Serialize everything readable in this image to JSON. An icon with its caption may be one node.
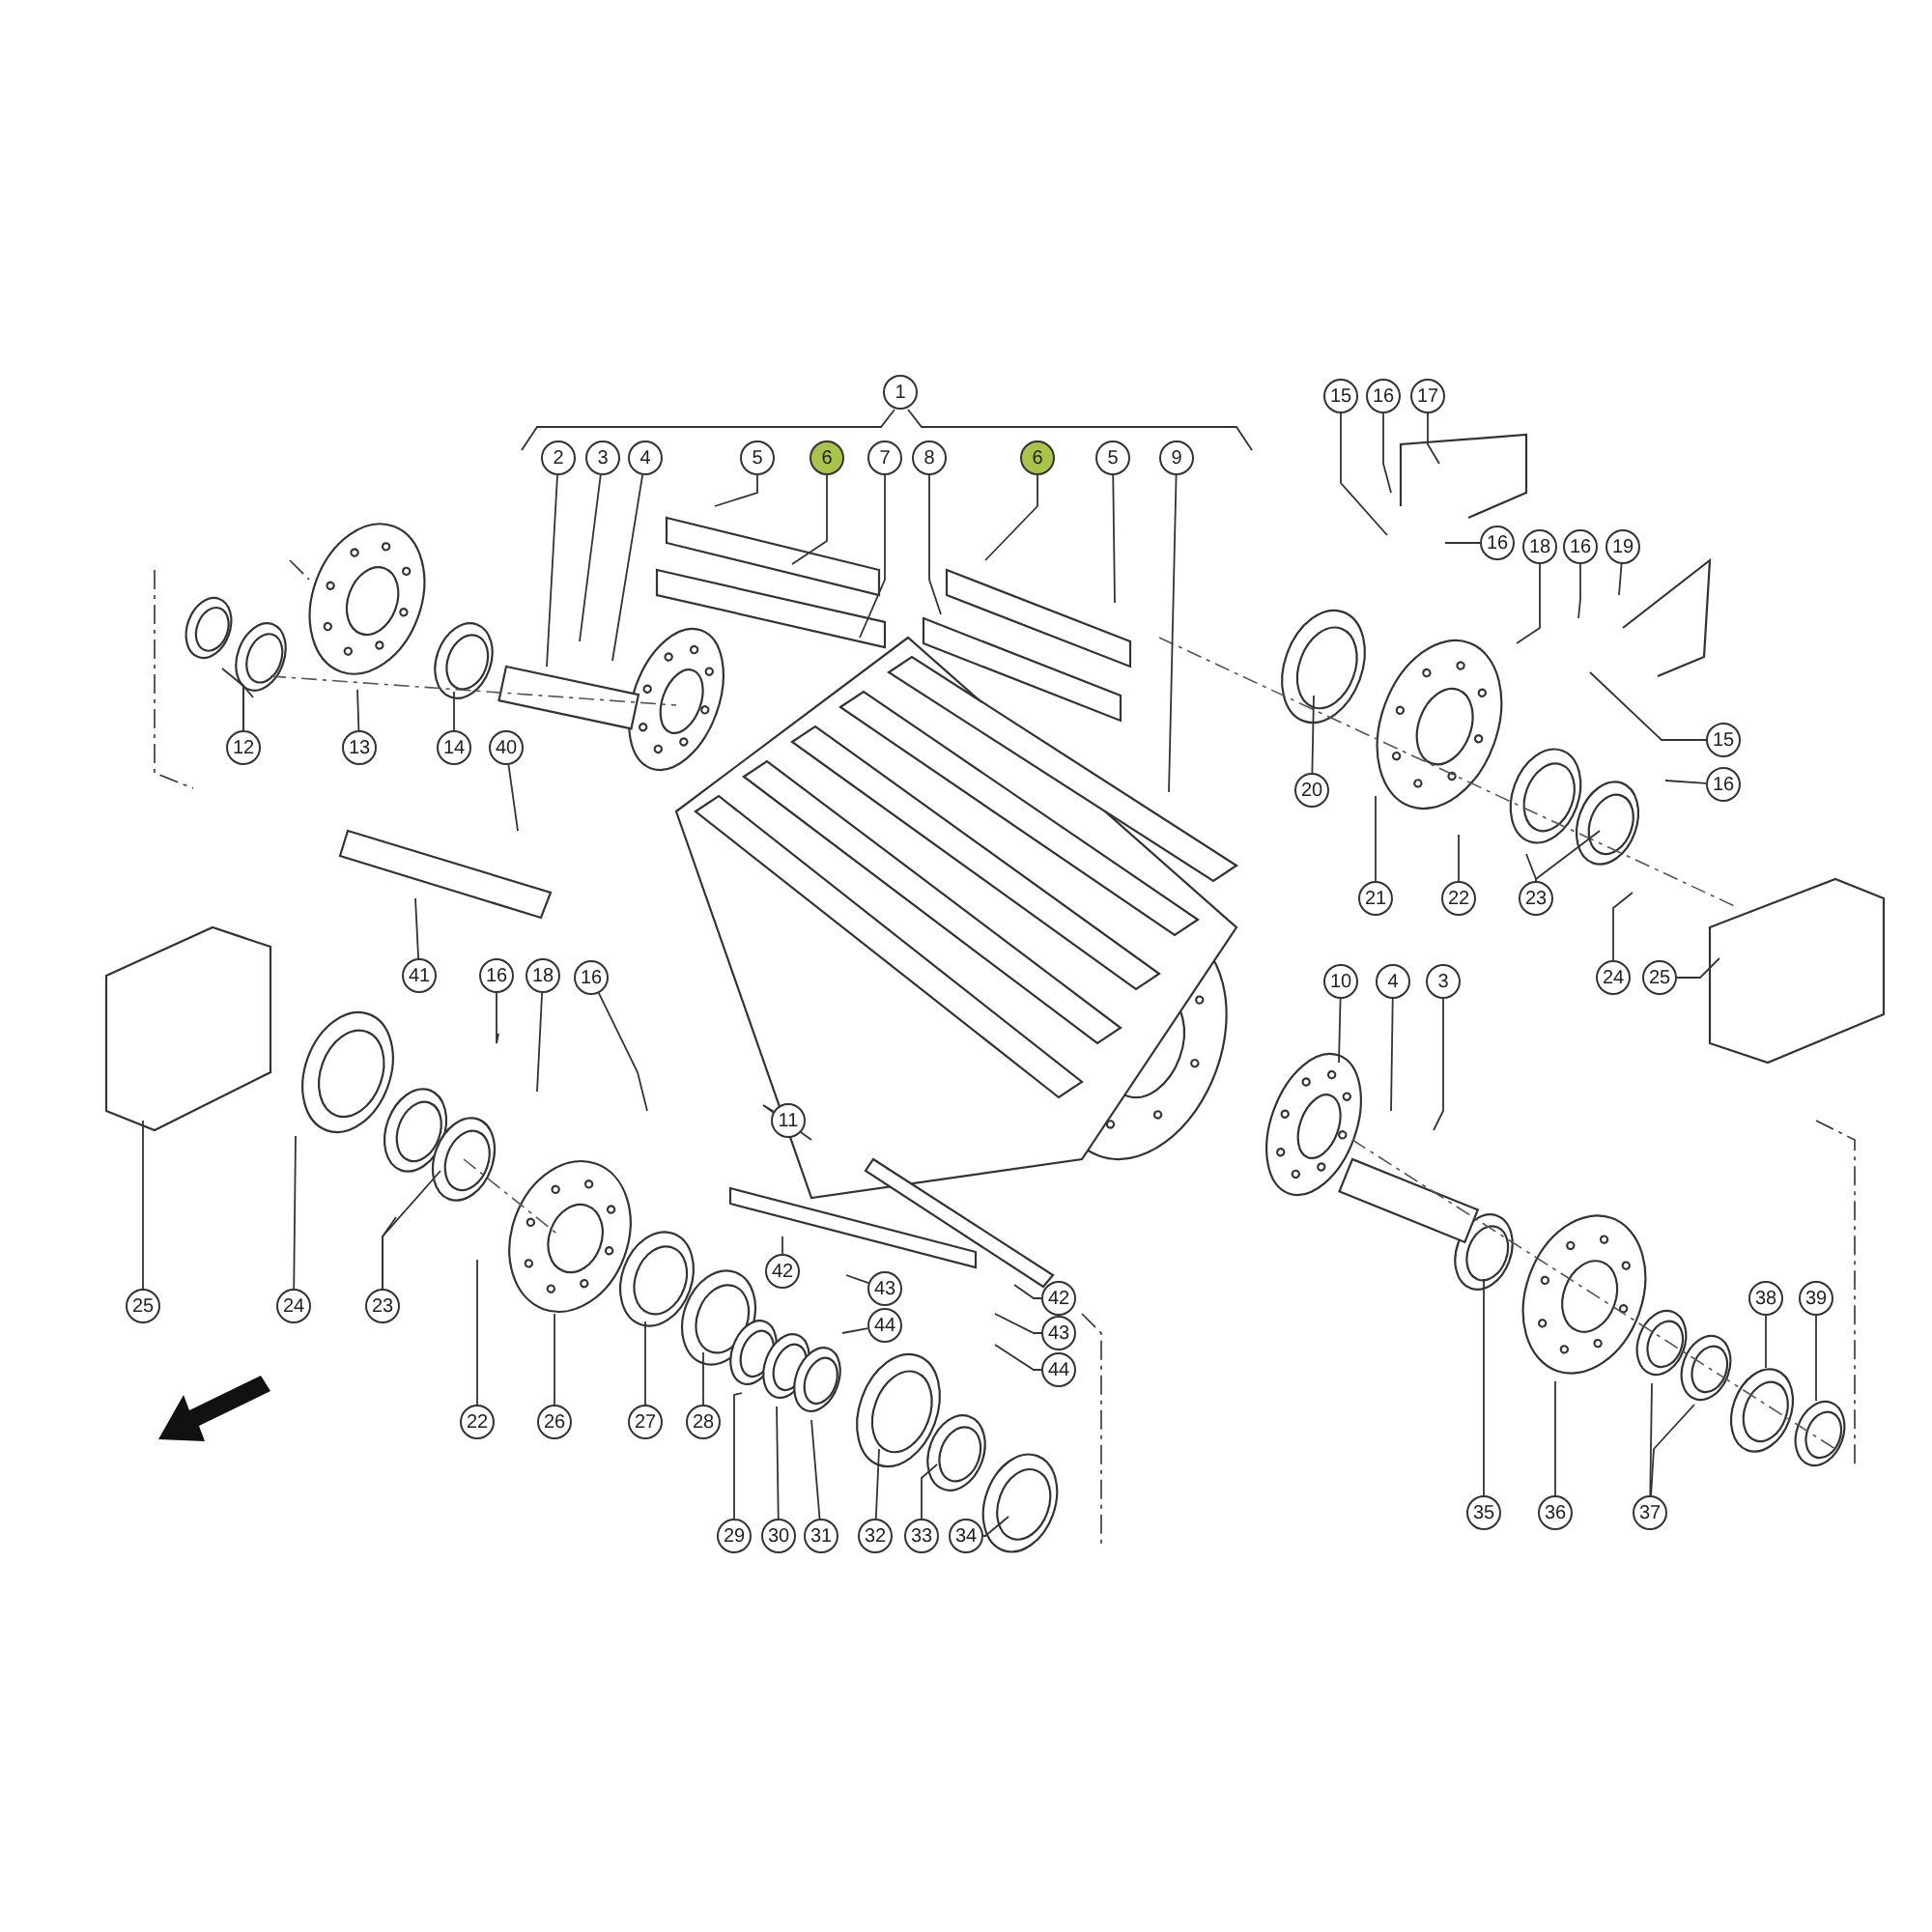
{
  "diagram": {
    "nodes": [
      {
        "text": [
          "1"
        ]
      },
      {
        "text": [
          "2"
        ]
      },
      {
        "text": [
          "3"
        ]
      },
      {
        "text": [
          "4"
        ]
      },
      {
        "text": [
          "5"
        ]
      },
      {
        "text": [
          "6"
        ]
      },
      {
        "text": [
          "7"
        ]
      },
      {
        "text": [
          "8"
        ]
      },
      {
        "text": [
          "6"
        ]
      },
      {
        "text": [
          "5"
        ]
      },
      {
        "text": [
          "9"
        ]
      },
      {
        "text": [
          "15"
        ]
      },
      {
        "text": [
          "16"
        ]
      },
      {
        "text": [
          "17"
        ]
      },
      {
        "text": [
          "16"
        ]
      },
      {
        "text": [
          "18"
        ]
      },
      {
        "text": [
          "16"
        ]
      },
      {
        "text": [
          "19"
        ]
      },
      {
        "text": [
          "15"
        ]
      },
      {
        "text": [
          "16"
        ]
      },
      {
        "text": [
          "12"
        ]
      },
      {
        "text": [
          "13"
        ]
      },
      {
        "text": [
          "14"
        ]
      },
      {
        "text": [
          "40"
        ]
      },
      {
        "text": [
          "20"
        ]
      },
      {
        "text": [
          "21"
        ]
      },
      {
        "text": [
          "22"
        ]
      },
      {
        "text": [
          "23"
        ]
      },
      {
        "text": [
          "24"
        ]
      },
      {
        "text": [
          "25"
        ]
      },
      {
        "text": [
          "41"
        ]
      },
      {
        "text": [
          "16"
        ]
      },
      {
        "text": [
          "18"
        ]
      },
      {
        "text": [
          "16"
        ]
      },
      {
        "text": [
          "11"
        ]
      },
      {
        "text": [
          "42"
        ]
      },
      {
        "text": [
          "43"
        ]
      },
      {
        "text": [
          "44"
        ]
      },
      {
        "text": [
          "42"
        ]
      },
      {
        "text": [
          "43"
        ]
      },
      {
        "text": [
          "44"
        ]
      },
      {
        "text": [
          "10"
        ]
      },
      {
        "text": [
          "4"
        ]
      },
      {
        "text": [
          "3"
        ]
      },
      {
        "text": [
          "25"
        ]
      },
      {
        "text": [
          "24"
        ]
      },
      {
        "text": [
          "23"
        ]
      },
      {
        "text": [
          "22"
        ]
      },
      {
        "text": [
          "26"
        ]
      },
      {
        "text": [
          "27"
        ]
      },
      {
        "text": [
          "28"
        ]
      },
      {
        "text": [
          "29"
        ]
      },
      {
        "text": [
          "30"
        ]
      },
      {
        "text": [
          "31"
        ]
      },
      {
        "text": [
          "32"
        ]
      },
      {
        "text": [
          "33"
        ]
      },
      {
        "text": [
          "34"
        ]
      },
      {
        "text": [
          "35"
        ]
      },
      {
        "text": [
          "36"
        ]
      },
      {
        "text": [
          "37"
        ]
      },
      {
        "text": [
          "38"
        ]
      },
      {
        "text": [
          "39"
        ]
      }
    ],
    "edges": [
      {
        "from": 1,
        "to": null,
        "arrow": "none"
      },
      {
        "from": 2,
        "to": null,
        "arrow": "none"
      },
      {
        "from": 3,
        "to": null,
        "arrow": "none"
      },
      {
        "from": 4,
        "to": null,
        "arrow": "none"
      },
      {
        "from": 5,
        "to": null,
        "arrow": "none"
      },
      {
        "from": 6,
        "to": null,
        "arrow": "none"
      },
      {
        "from": 7,
        "to": null,
        "arrow": "none"
      },
      {
        "from": 8,
        "to": null,
        "arrow": "none"
      },
      {
        "from": 9,
        "to": null,
        "arrow": "none"
      },
      {
        "from": 10,
        "to": null,
        "arrow": "none"
      },
      {
        "from": 11,
        "to": null,
        "arrow": "none"
      },
      {
        "from": 12,
        "to": null,
        "arrow": "none"
      },
      {
        "from": 13,
        "to": null,
        "arrow": "none"
      },
      {
        "from": 14,
        "to": null,
        "arrow": "none"
      },
      {
        "from": 15,
        "to": null,
        "arrow": "none"
      },
      {
        "from": 16,
        "to": null,
        "arrow": "none"
      },
      {
        "from": 17,
        "to": null,
        "arrow": "none"
      },
      {
        "from": 18,
        "to": null,
        "arrow": "none"
      },
      {
        "from": 19,
        "to": null,
        "arrow": "none"
      },
      {
        "from": 20,
        "to": null,
        "arrow": "none"
      },
      {
        "from": 20,
        "to": null,
        "arrow": "none"
      },
      {
        "from": 21,
        "to": null,
        "arrow": "none"
      },
      {
        "from": 22,
        "to": null,
        "arrow": "none"
      },
      {
        "from": 23,
        "to": null,
        "arrow": "none"
      },
      {
        "from": 24,
        "to": null,
        "arrow": "none"
      },
      {
        "from": 25,
        "to": null,
        "arrow": "none"
      },
      {
        "from": 26,
        "to": null,
        "arrow": "none"
      },
      {
        "from": 27,
        "to": null,
        "arrow": "none"
      },
      {
        "from": 27,
        "to": null,
        "arrow": "none"
      },
      {
        "from": 28,
        "to": null,
        "arrow": "none"
      },
      {
        "from": 29,
        "to": null,
        "arrow": "none"
      },
      {
        "from": 30,
        "to": null,
        "arrow": "none"
      },
      {
        "from": 31,
        "to": null,
        "arrow": "none"
      },
      {
        "from": 32,
        "to": null,
        "arrow": "none"
      },
      {
        "from": 33,
        "to": null,
        "arrow": "none"
      },
      {
        "from": 34,
        "to": null,
        "arrow": "none"
      },
      {
        "from": 35,
        "to": null,
        "arrow": "none"
      },
      {
        "from": 36,
        "to": null,
        "arrow": "none"
      },
      {
        "from": 37,
        "to": null,
        "arrow": "none"
      },
      {
        "from": 38,
        "to": null,
        "arrow": "none"
      },
      {
        "from": 39,
        "to": null,
        "arrow": "none"
      },
      {
        "from": 40,
        "to": null,
        "arrow": "none"
      },
      {
        "from": 41,
        "to": null,
        "arrow": "none"
      },
      {
        "from": 42,
        "to": null,
        "arrow": "none"
      },
      {
        "from": 43,
        "to": null,
        "arrow": "none"
      },
      {
        "from": 44,
        "to": null,
        "arrow": "none"
      },
      {
        "from": 45,
        "to": null,
        "arrow": "none"
      },
      {
        "from": 46,
        "to": null,
        "arrow": "none"
      },
      {
        "from": 46,
        "to": null,
        "arrow": "none"
      },
      {
        "from": 47,
        "to": null,
        "arrow": "none"
      },
      {
        "from": 48,
        "to": null,
        "arrow": "none"
      },
      {
        "from": 49,
        "to": null,
        "arrow": "none"
      },
      {
        "from": 50,
        "to": null,
        "arrow": "none"
      },
      {
        "from": 51,
        "to": null,
        "arrow": "none"
      },
      {
        "from": 52,
        "to": null,
        "arrow": "none"
      },
      {
        "from": 53,
        "to": null,
        "arrow": "none"
      },
      {
        "from": 54,
        "to": null,
        "arrow": "none"
      },
      {
        "from": 55,
        "to": null,
        "arrow": "none"
      },
      {
        "from": 56,
        "to": null,
        "arrow": "none"
      },
      {
        "from": 57,
        "to": null,
        "arrow": "none"
      },
      {
        "from": 58,
        "to": null,
        "arrow": "none"
      },
      {
        "from": 59,
        "to": null,
        "arrow": "none"
      },
      {
        "from": 59,
        "to": null,
        "arrow": "none"
      },
      {
        "from": 60,
        "to": null,
        "arrow": "none"
      },
      {
        "from": 61,
        "to": null,
        "arrow": "none"
      }
    ]
  }
}
